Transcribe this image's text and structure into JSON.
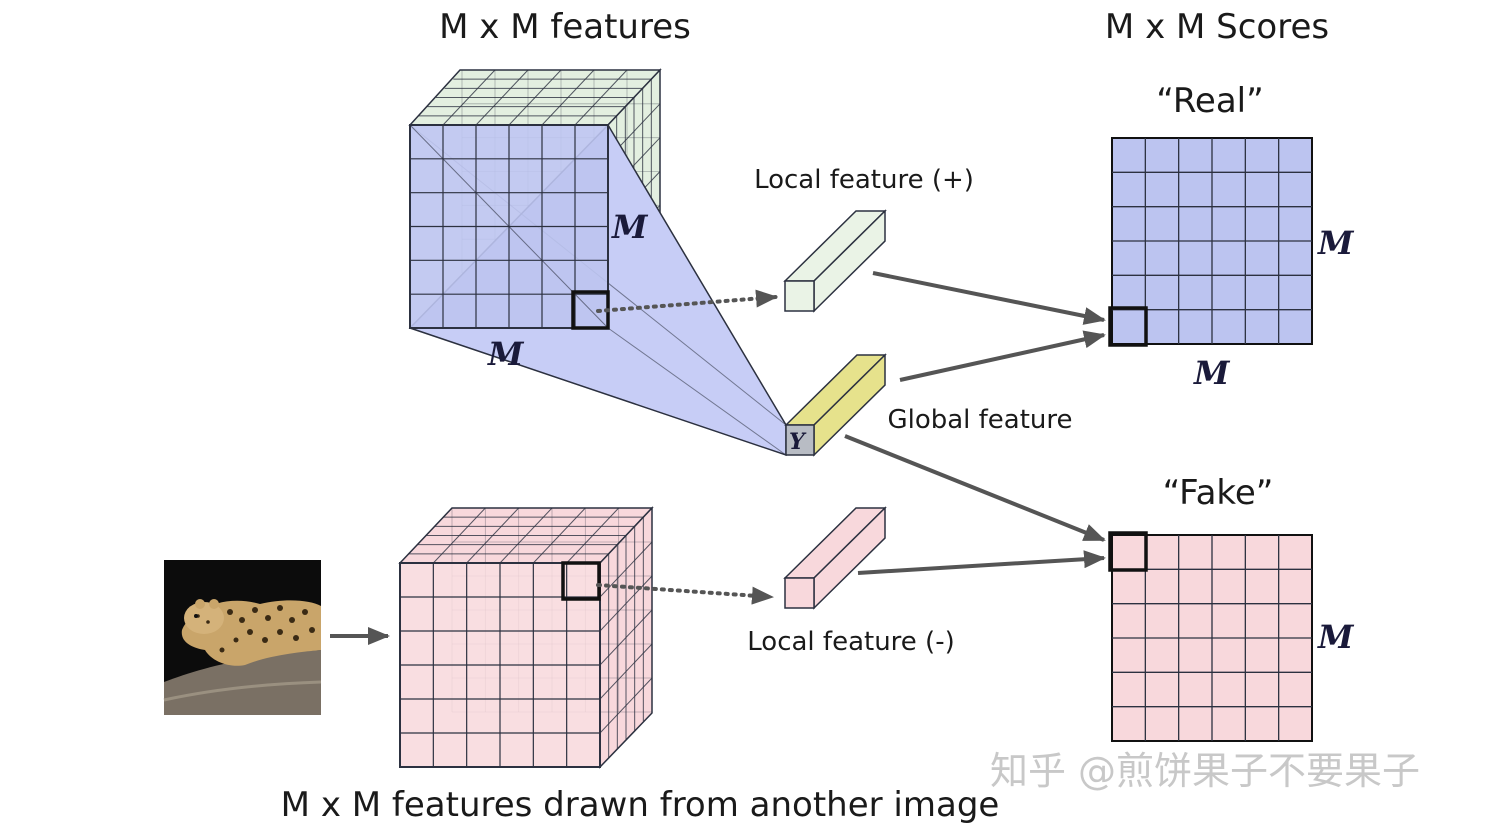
{
  "labels": {
    "features_title": "M x M features",
    "scores_title": "M x M Scores",
    "real": "“Real”",
    "fake": "“Fake”",
    "local_pos": "Local feature (+)",
    "local_neg": "Local feature (-)",
    "global": "Global feature",
    "bottom_caption": "M x M features drawn from another image",
    "dim_m": "M",
    "dim_y": "Y",
    "watermark": "知乎 @煎饼果子不要果子"
  },
  "grid_size": 6,
  "colors": {
    "blue_face": "#bcc4f0",
    "blue_cone": "#c7cdf6",
    "green_face": "#e3efe0",
    "pink_face": "#f8d8dc",
    "yellow": "#e6e28c",
    "grid_line": "#2c3140",
    "arrow": "#555555"
  }
}
